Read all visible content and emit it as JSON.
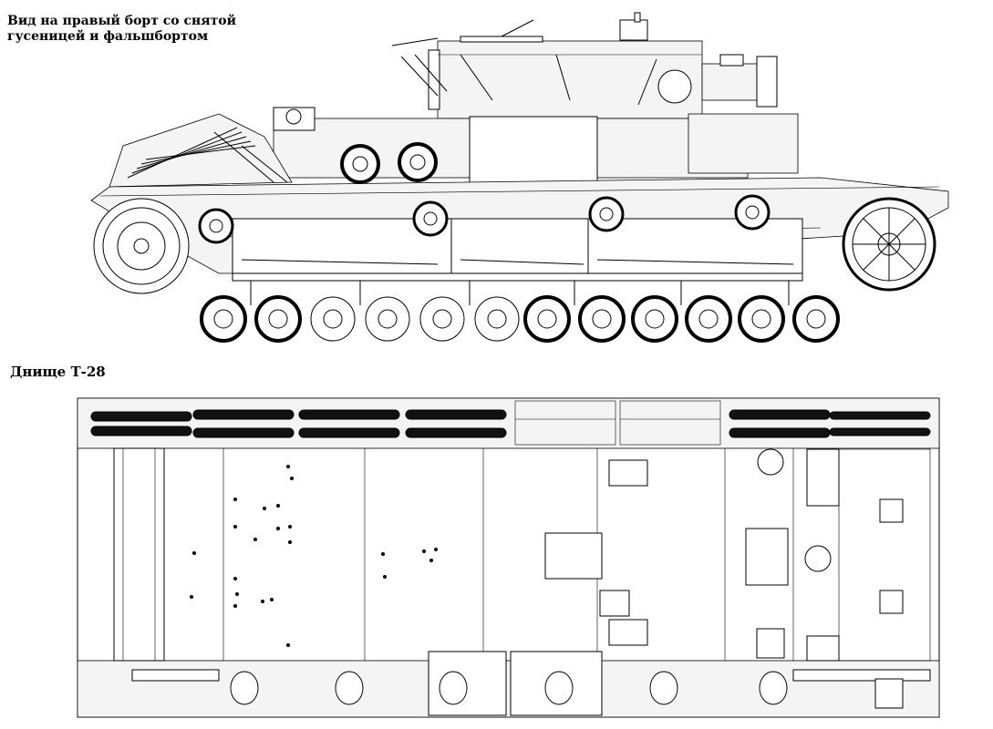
{
  "captions": {
    "side_view": "Вид на правый борт со снятой гусеницей и фальшбортом",
    "bottom_view": "Днище Т-28"
  },
  "drawing": {
    "road_wheels_count": 12,
    "return_rollers_count": 4,
    "line_color": "#000000",
    "background": "#ffffff"
  }
}
